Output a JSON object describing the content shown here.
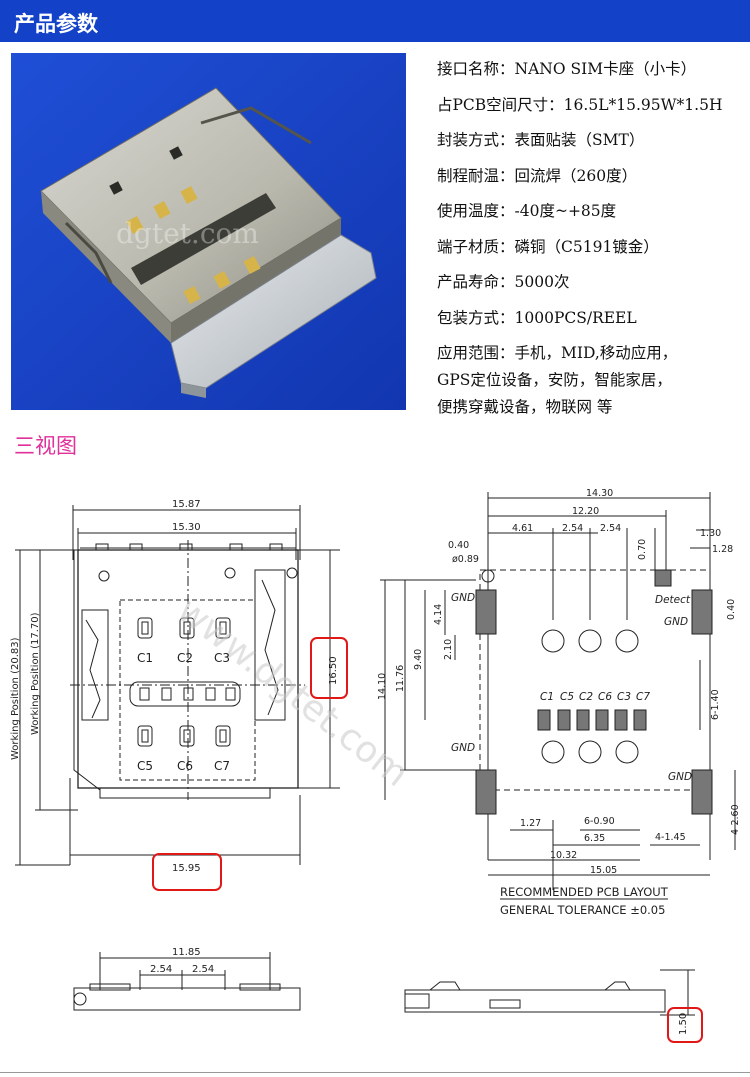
{
  "header": {
    "title": "产品参数"
  },
  "photo": {
    "watermark": "dgtet.com"
  },
  "specs": [
    "接口名称：NANO SIM卡座（小卡）",
    "占PCB空间尺寸：16.5L*15.95W*1.5H",
    "封装方式：表面贴装（SMT）",
    "制程耐温：回流焊（260度）",
    "使用温度：-40度~+85度",
    "端子材质：磷铜（C5191镀金）",
    "产品寿命：5000次",
    "包装方式：1000PCS/REEL"
  ],
  "application": {
    "line1": "应用范围：手机，MID,移动应用，",
    "line2": "GPS定位设备，安防，智能家居，",
    "line3": "便携穿戴设备，物联网 等"
  },
  "section": {
    "title": "三视图"
  },
  "front_view": {
    "dim_total_width": "15.87",
    "dim_inner_width": "15.30",
    "dim_bottom_width": "15.95",
    "dim_height": "16.50",
    "working_pos_outer": "Working Position (20.83)",
    "working_pos_inner": "Working Position (17.70)",
    "contacts_top": [
      "C1",
      "C2",
      "C3"
    ],
    "contacts_bottom": [
      "C5",
      "C6",
      "C7"
    ],
    "watermark": "www.dgtet.com"
  },
  "pcb_layout": {
    "dim_14_30": "14.30",
    "dim_12_20": "12.20",
    "dim_4_61": "4.61",
    "dim_2_54a": "2.54",
    "dim_2_54b": "2.54",
    "dim_0_40_top": "0.40",
    "dim_0_89": "ø0.89",
    "dim_0_70": "0.70",
    "dim_1_30": "1.30",
    "dim_1_28": "1.28",
    "dim_0_40_right": "0.40",
    "dim_14_10": "14.10",
    "dim_11_76": "11.76",
    "dim_9_40": "9.40",
    "dim_4_14": "4.14",
    "dim_2_10": "2.10",
    "dim_6_140": "6-1.40",
    "dim_1_27": "1.27",
    "dim_6_090": "6-0.90",
    "dim_6_35": "6.35",
    "dim_4_145": "4-1.45",
    "dim_10_32": "10.32",
    "dim_15_05": "15.05",
    "dim_4_260": "4-2.60",
    "gnd": "GND",
    "detect": "Detect",
    "contacts": [
      "C1",
      "C5",
      "C2",
      "C6",
      "C3",
      "C7"
    ],
    "caption1": "RECOMMENDED PCB LAYOUT",
    "caption2": "GENERAL TOLERANCE ±0.05"
  },
  "side_view": {
    "dim_11_85": "11.85",
    "dim_2_54a": "2.54",
    "dim_2_54b": "2.54"
  },
  "side_view2": {
    "dim_height": "1.50"
  },
  "colors": {
    "header_bg": "#1342c9",
    "section_title": "#e0309a",
    "highlight": "#e01818"
  }
}
